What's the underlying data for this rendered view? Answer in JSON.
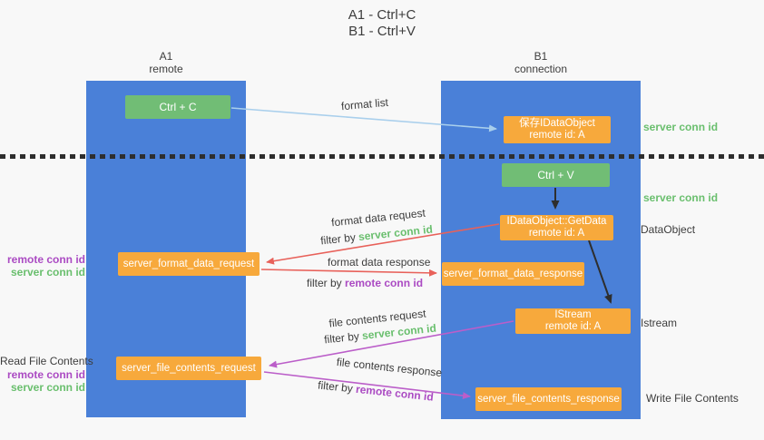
{
  "title": {
    "line1": "A1 - Ctrl+C",
    "line2": "B1 - Ctrl+V"
  },
  "columns": {
    "left": {
      "name": "A1",
      "role": "remote"
    },
    "right": {
      "name": "B1",
      "role": "connection"
    }
  },
  "nodes": {
    "ctrl_c": "Ctrl + C",
    "ctrl_v": "Ctrl + V",
    "save_dataobject": {
      "line1": "保存IDataObject",
      "line2": "remote id: A"
    },
    "getdata": {
      "line1": "IDataObject::GetData",
      "line2": "remote id: A"
    },
    "istream": {
      "line1": "IStream",
      "line2": "remote id: A"
    },
    "format_request": "server_format_data_request",
    "format_response": "server_format_data_response",
    "file_request": "server_file_contents_request",
    "file_response": "server_file_contents_response"
  },
  "labels": {
    "format_list": "format list",
    "format_data_request": "format data request",
    "format_data_response": "format data response",
    "file_contents_request": "file contents request",
    "file_contents_response": "file contents response",
    "filter_by": "filter by",
    "server_conn_id": "server conn id",
    "remote_conn_id": "remote conn id"
  },
  "side_labels": {
    "dataobject": "DataObject",
    "istream": "Istream",
    "write_file_contents": "Write File Contents",
    "read_file_contents": "Read File Contents",
    "server_conn_id": "server conn id",
    "remote_conn_id": "remote conn id"
  },
  "colors": {
    "lifeline_blue": "#4a80d8",
    "node_green": "#71bd75",
    "node_orange": "#f7a93c",
    "arrow_light_blue": "#a9cfec",
    "arrow_red": "#e8615a",
    "arrow_magenta": "#bb5ec9",
    "arrow_black": "#2e2e2e",
    "text_green": "#6abf6e",
    "text_purple": "#ab4bc3",
    "text_dark": "#3d3d3d",
    "background": "#f8f8f8"
  }
}
